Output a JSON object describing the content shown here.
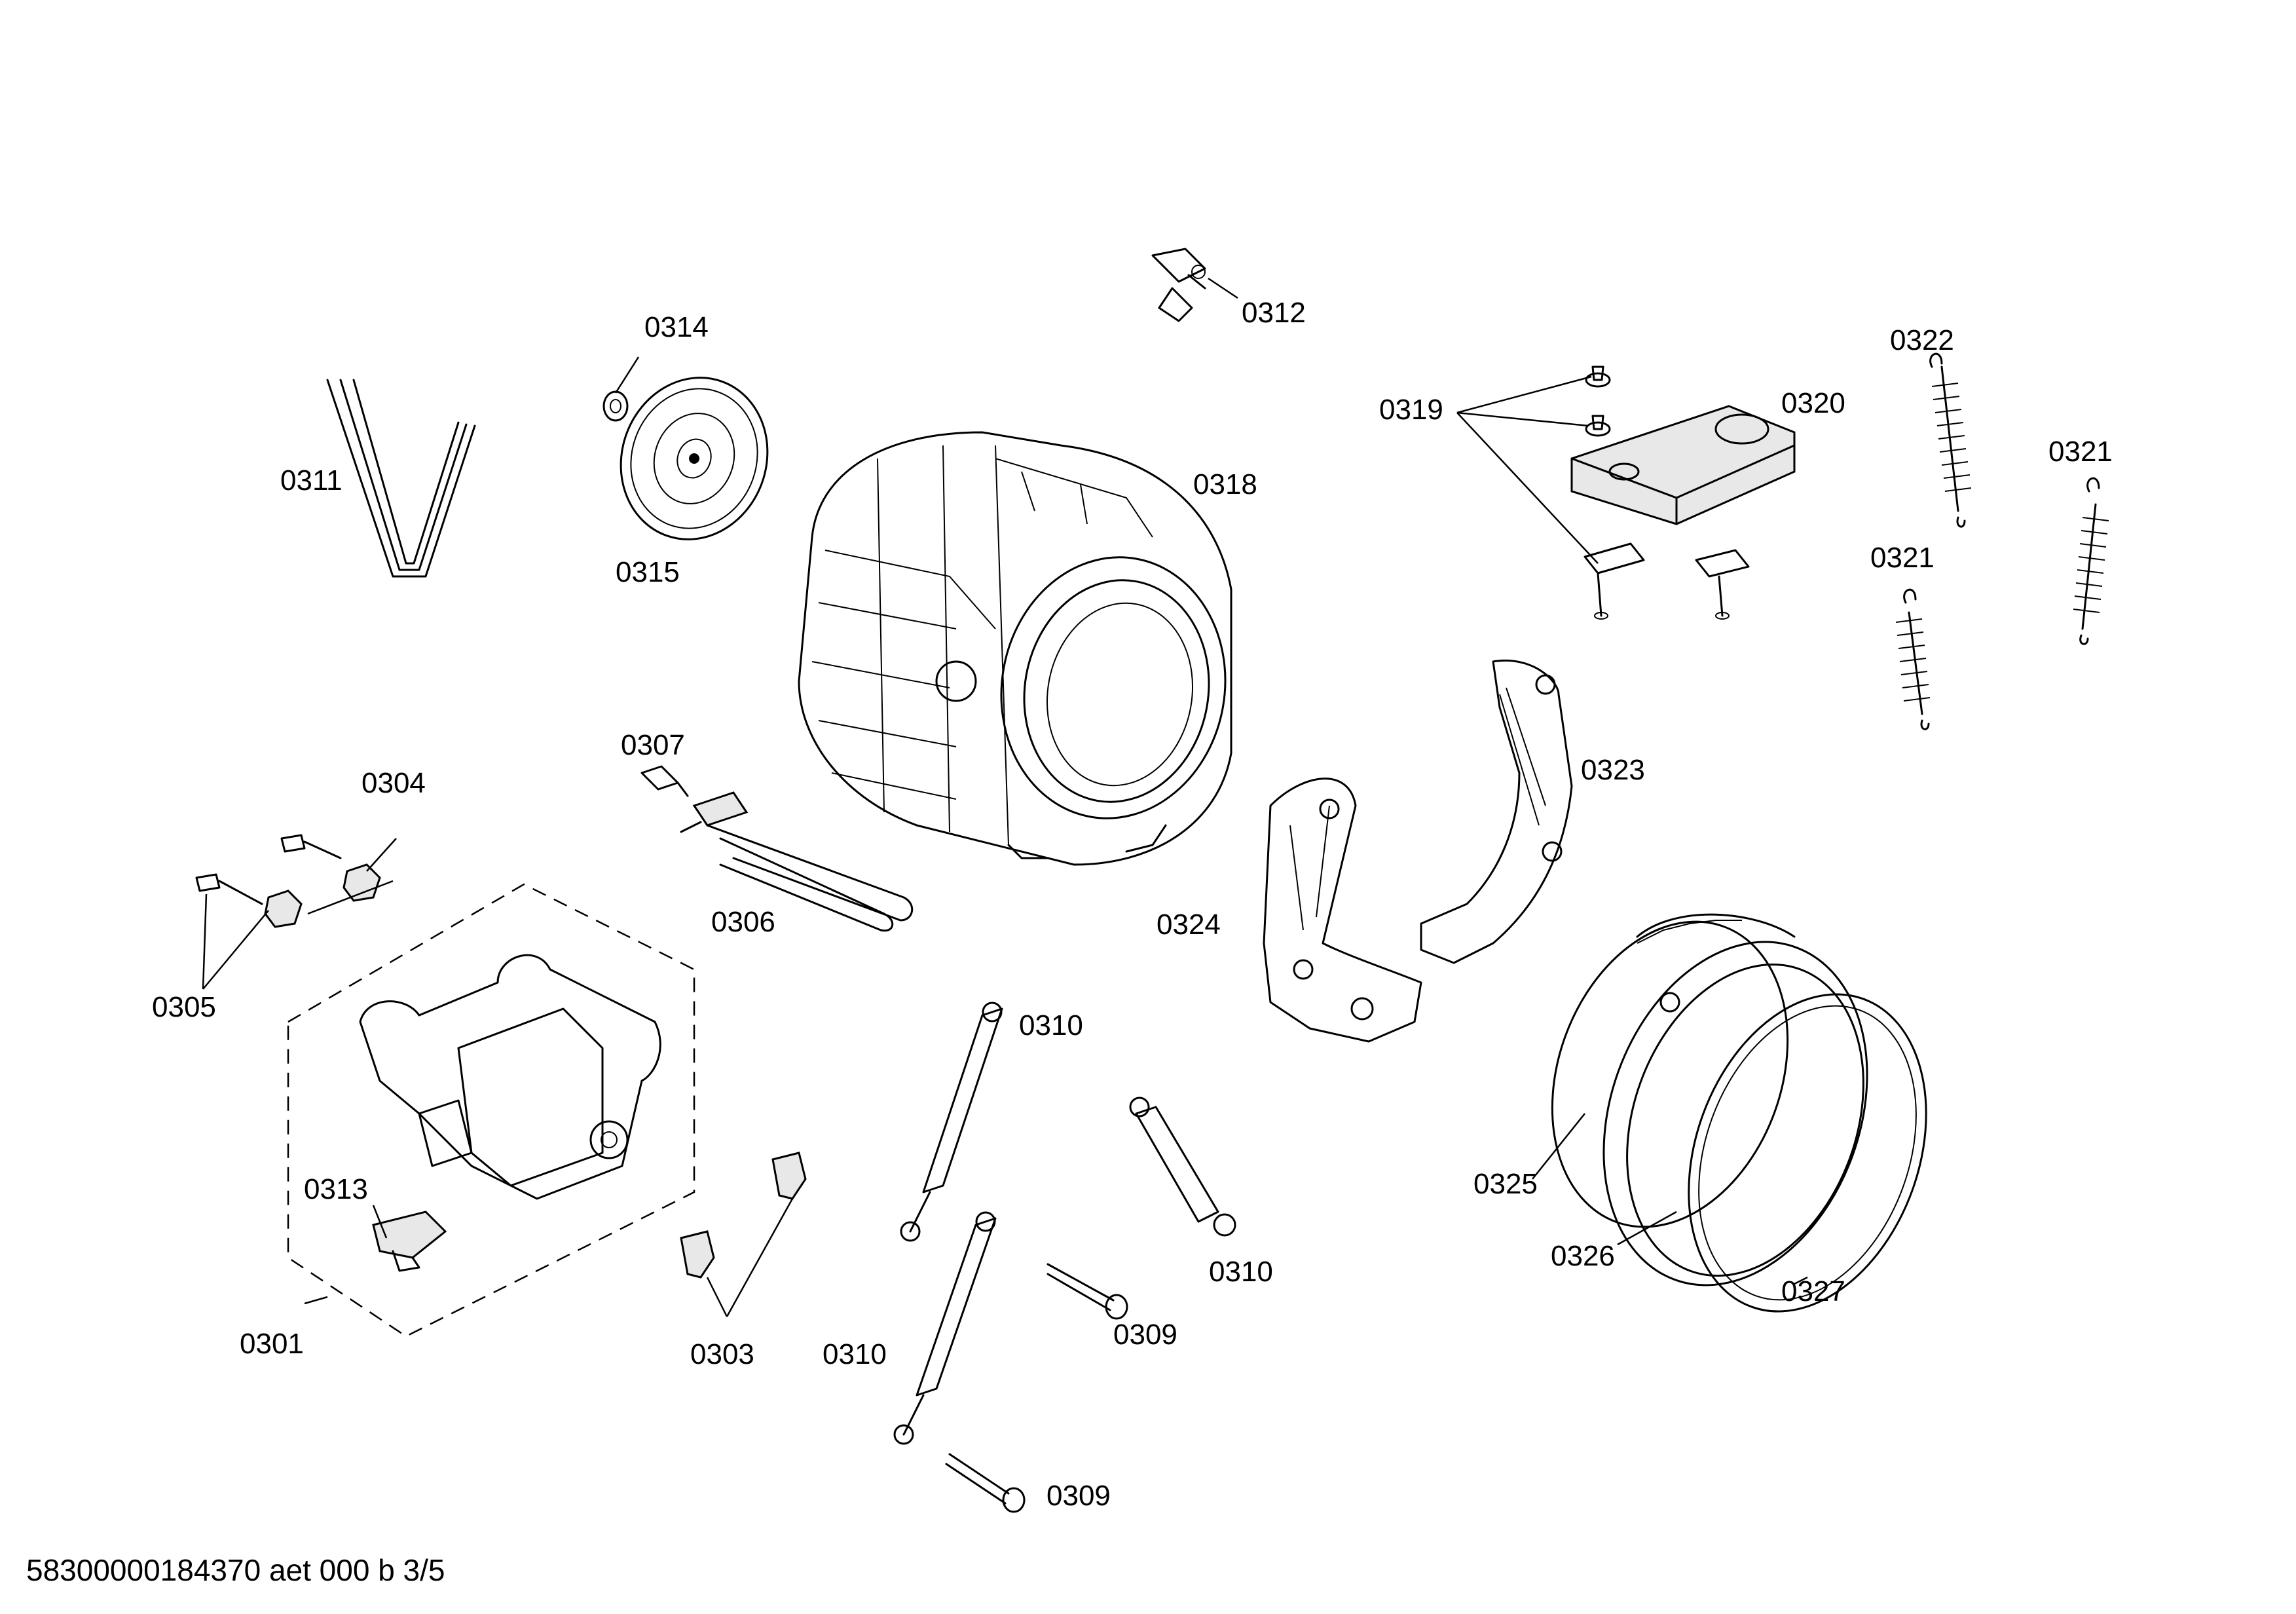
{
  "labels": {
    "l0311": "0311",
    "l0314": "0314",
    "l0315": "0315",
    "l0312": "0312",
    "l0318": "0318",
    "l0319": "0319",
    "l0320": "0320",
    "l0322": "0322",
    "l0321a": "0321",
    "l0321b": "0321",
    "l0307": "0307",
    "l0306": "0306",
    "l0304": "0304",
    "l0305": "0305",
    "l0301": "0301",
    "l0313": "0313",
    "l0303": "0303",
    "l0310a": "0310",
    "l0310b": "0310",
    "l0310c": "0310",
    "l0309a": "0309",
    "l0309b": "0309",
    "l0324": "0324",
    "l0323": "0323",
    "l0325": "0325",
    "l0326": "0326",
    "l0327": "0327"
  },
  "footer": "58300000184370 aet 000 b 3/5",
  "icons": [
    "belt-icon",
    "pulley-icon",
    "drum-tub-icon",
    "heater-icon",
    "motor-icon",
    "shock-absorber-icon",
    "spring-icon",
    "bellows-seal-icon"
  ]
}
